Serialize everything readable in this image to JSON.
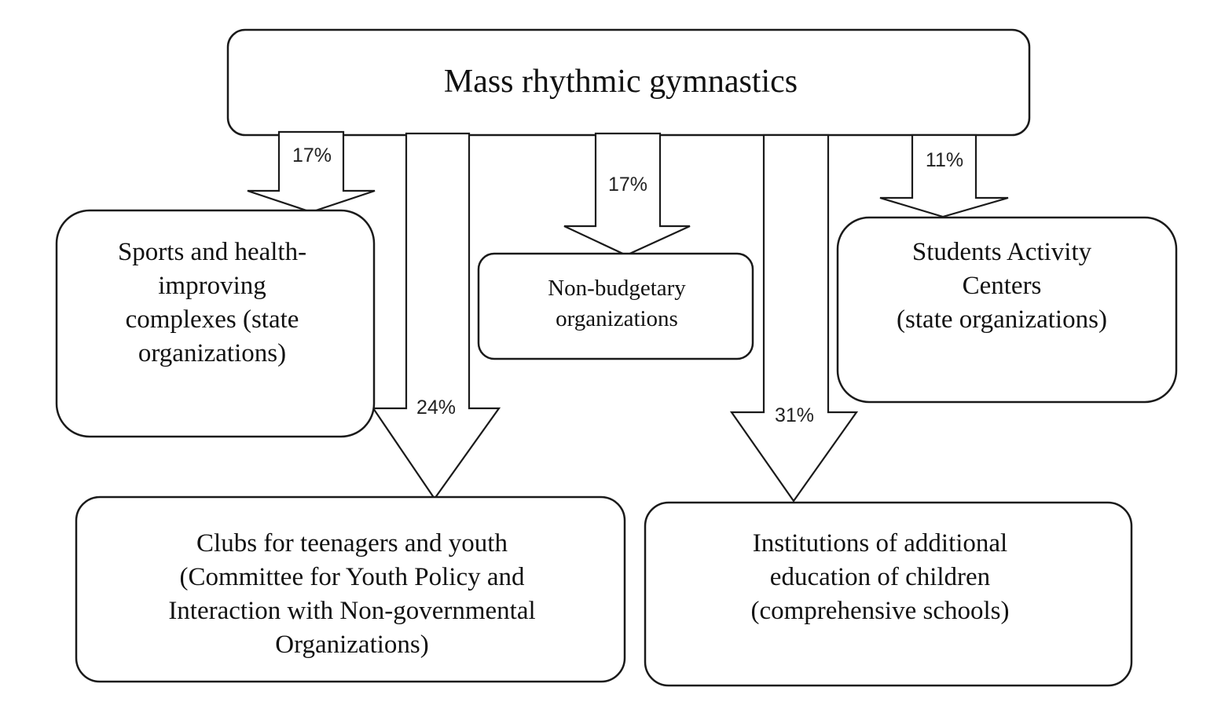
{
  "root": {
    "label": "Mass rhythmic gymnastics"
  },
  "nodes": [
    {
      "id": "sports",
      "lines": [
        "Sports and health-",
        "improving",
        "complexes (state",
        "organizations)"
      ],
      "share": "17%"
    },
    {
      "id": "clubs",
      "lines": [
        "Clubs for teenagers and youth",
        "(Committee for Youth Policy and",
        "Interaction with Non-governmental",
        "Organizations)"
      ],
      "share": "24%"
    },
    {
      "id": "nonbudgetary",
      "lines": [
        "Non-budgetary",
        "organizations"
      ],
      "share": "17%"
    },
    {
      "id": "institutions",
      "lines": [
        "Institutions of additional",
        "education of children",
        "(comprehensive schools)"
      ],
      "share": "31%"
    },
    {
      "id": "students",
      "lines": [
        "Students Activity",
        "Centers",
        "(state organizations)"
      ],
      "share": "11%"
    }
  ],
  "colors": {
    "stroke": "#1a1a1a",
    "background": "#ffffff"
  }
}
